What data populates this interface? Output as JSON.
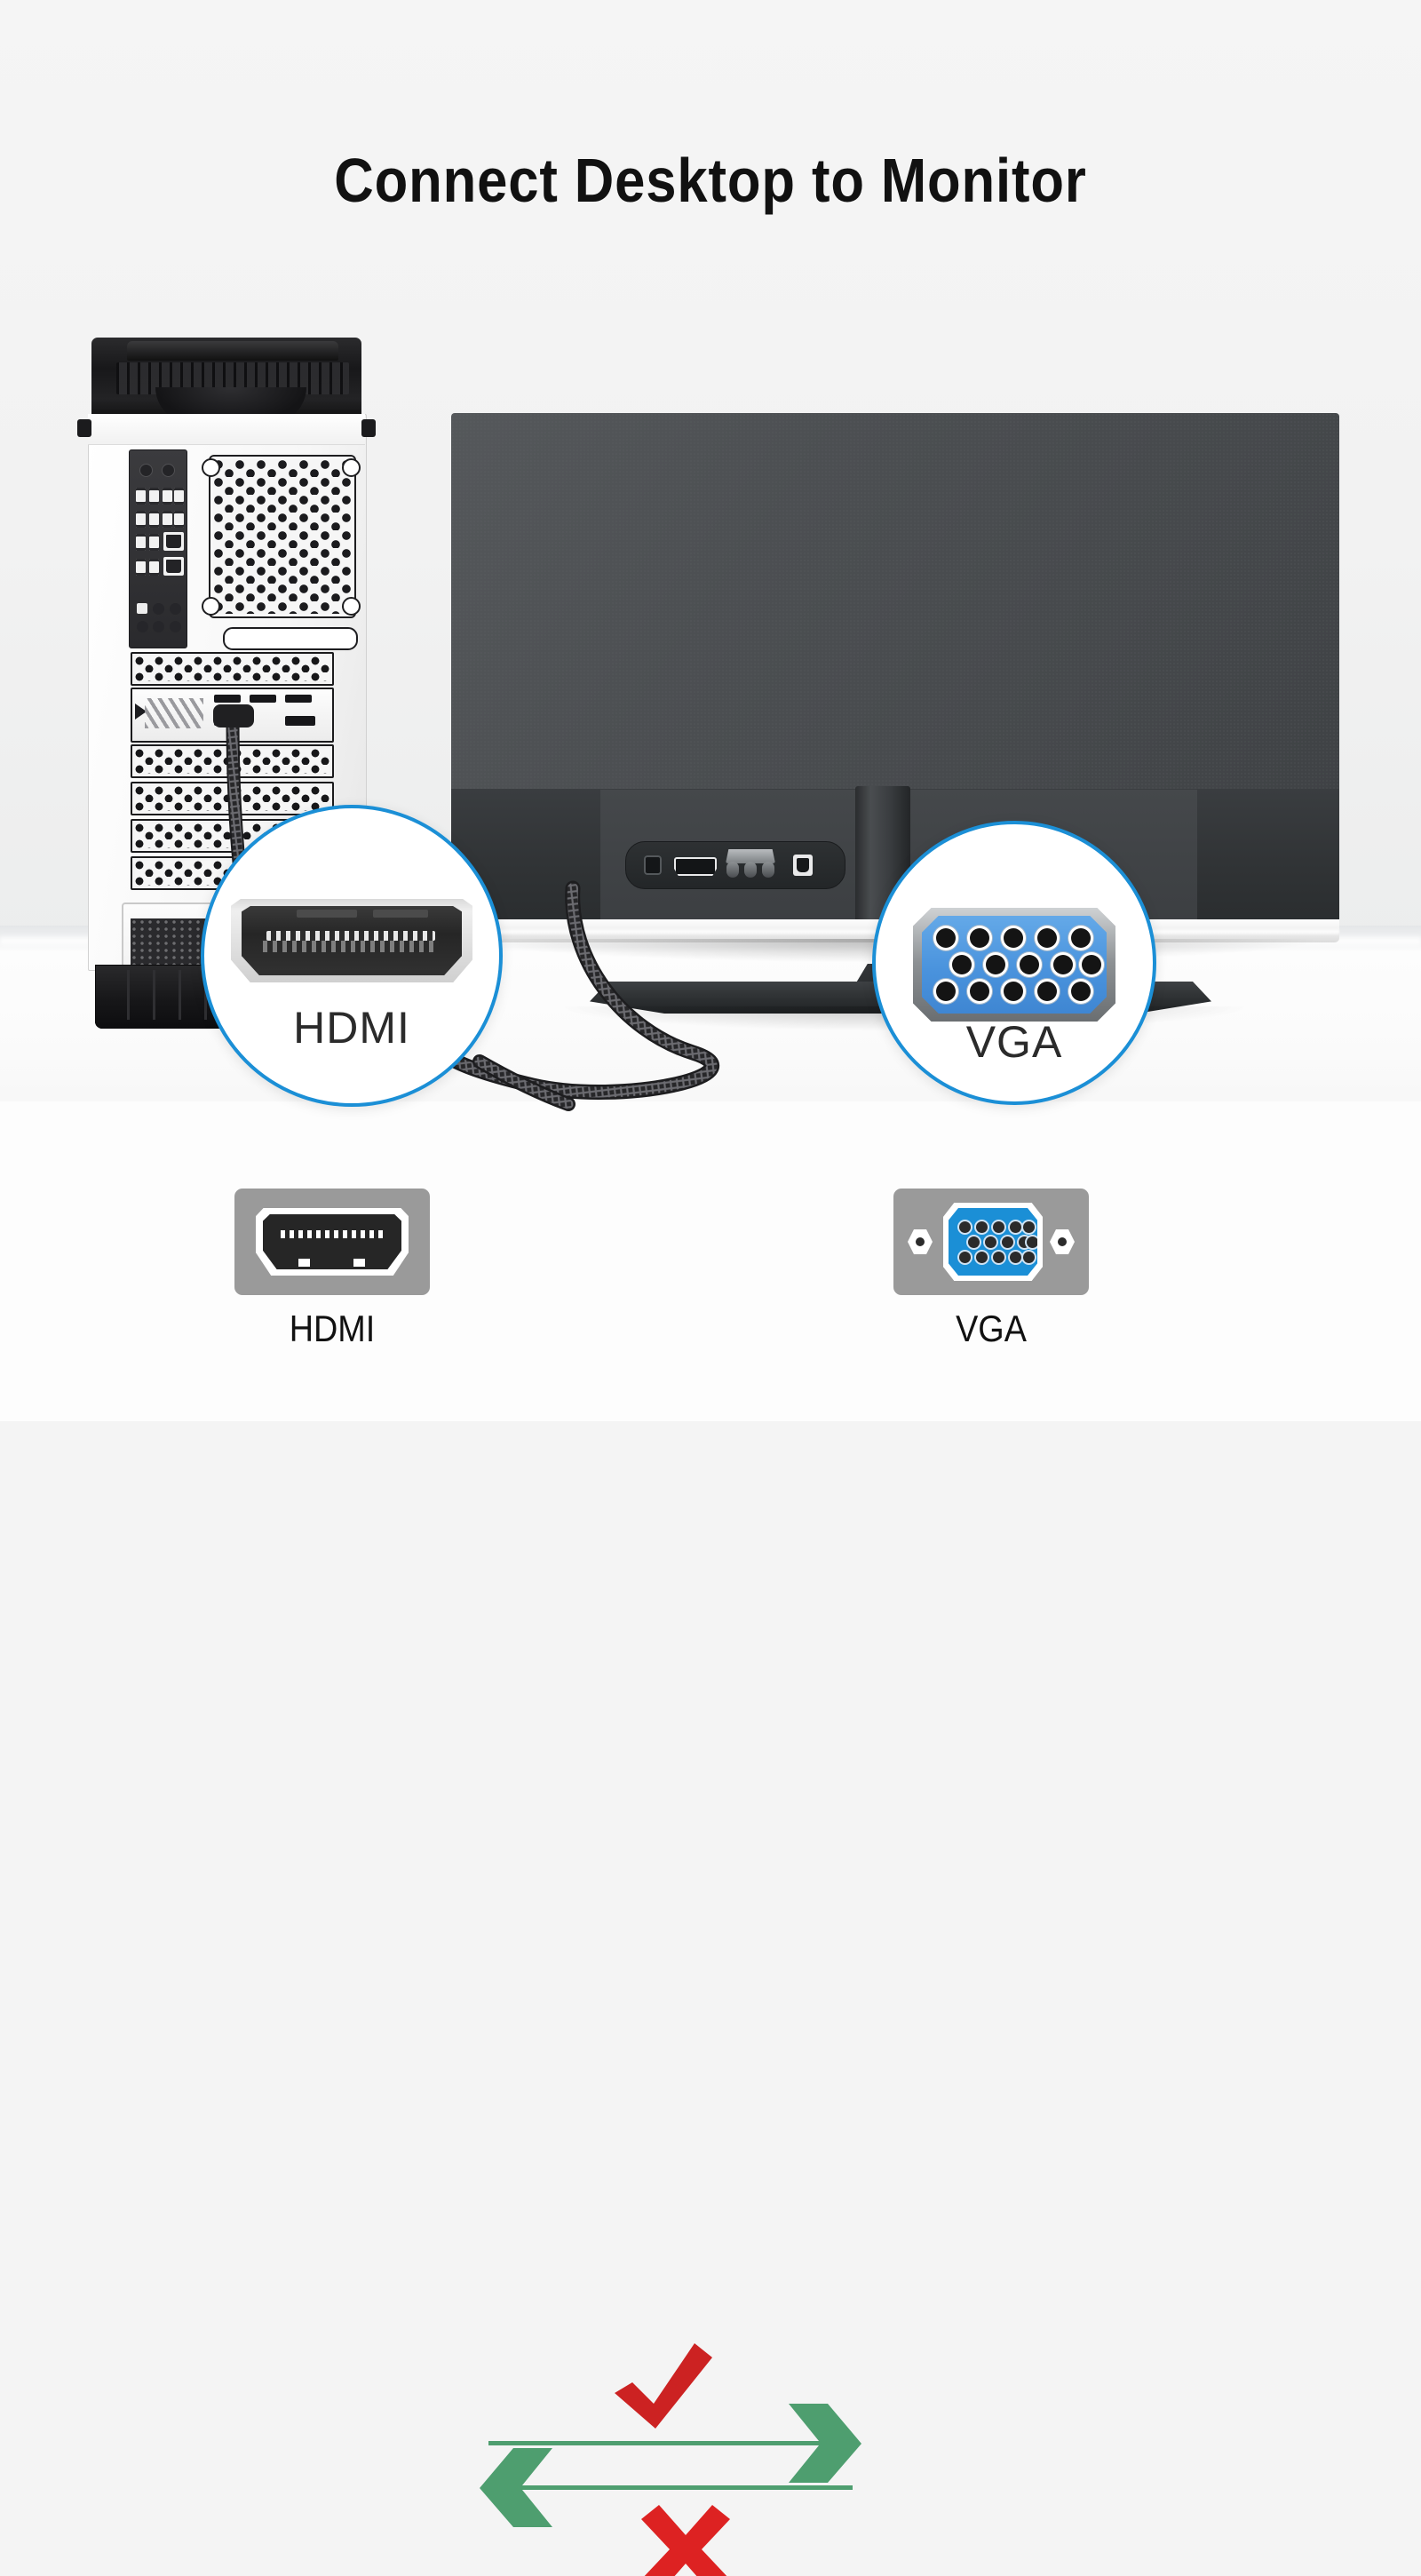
{
  "page": {
    "title": "Connect Desktop to Monitor",
    "background_color": "#f4f4f4",
    "accent_color": "#1b8fd6"
  },
  "title": {
    "text": "Connect Desktop to Monitor",
    "color": "#111111"
  },
  "devices": {
    "desktop": {
      "name": "desktop-tower",
      "chassis_color": "#ffffff",
      "accent_color": "#1b1b1d"
    },
    "monitor": {
      "name": "monitor",
      "back_color": "#4c4f52",
      "base_color": "#303335"
    },
    "cable": {
      "name": "braided-hdmi-to-vga-cable",
      "color": "#2a2a2c"
    }
  },
  "callouts": [
    {
      "id": "hdmi-callout",
      "label": "HDMI",
      "connector": "hdmi-male-connector",
      "border_color": "#1b8fd6",
      "fill_color": "#ffffff",
      "label_color": "#2b2b2b"
    },
    {
      "id": "vga-callout",
      "label": "VGA",
      "connector": "vga-female-15pin",
      "border_color": "#1b8fd6",
      "fill_color": "#ffffff",
      "label_color": "#2b2b2b",
      "pin_color": "#4a93dd",
      "pin_count": 15
    }
  ],
  "compatibility": {
    "left": {
      "id": "hdmi-icon-card",
      "label": "HDMI",
      "tile_color": "#9a9a9a",
      "port_color": "#262626"
    },
    "right": {
      "id": "vga-icon-card",
      "label": "VGA",
      "tile_color": "#9a9a9a",
      "port_color": "#1b8fd6",
      "pin_count": 15
    },
    "arrows": {
      "color": "#4e9e6f",
      "top_direction": "right",
      "bottom_direction": "left",
      "top_marker": "check-mark",
      "bottom_marker": "cross-mark",
      "check_color": "#cc2222",
      "cross_color": "#dd2222",
      "top_meaning": "HDMI to VGA supported",
      "bottom_meaning": "VGA to HDMI not supported"
    }
  }
}
